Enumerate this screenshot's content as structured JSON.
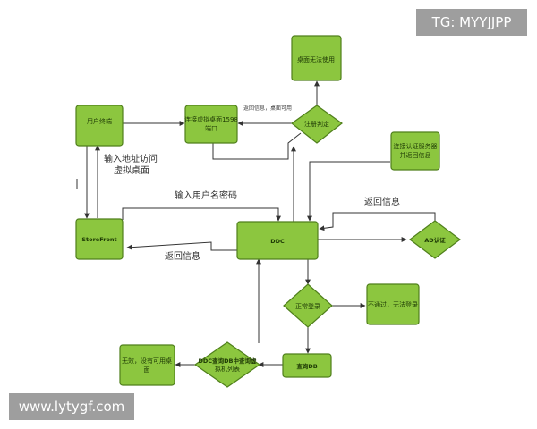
{
  "diagram": {
    "nodes": {
      "unusable": "桌面无法使用",
      "user_terminal": "用户终端",
      "connect_port": [
        "连接虚拟桌面1598",
        "端口"
      ],
      "register_check": "注册判定",
      "return_auth": [
        "连接认证服务器",
        "并返回信息"
      ],
      "storefront": "StoreFront",
      "ddc": "DDC",
      "ad_auth": "AD认证",
      "normal_login": "正常登录",
      "fail_login": "不通过，无法登录",
      "query_db": "查询DB",
      "ddc_query": [
        "DDC查询DB中查询虚",
        "拟机列表"
      ],
      "no_desktop": [
        "无效，没有可用桌",
        "面"
      ]
    },
    "labels": {
      "input_address": [
        "输入地址访问",
        "虚拟桌面"
      ],
      "input_user": "输入用户名密码",
      "return_info_right": "返回信息",
      "return_info_left": "返回信息",
      "return_desktop": "返回信息，桌面可用"
    }
  },
  "watermarks": {
    "top": "TG: MYYJJPP",
    "bottom": "www.lytygf.com"
  }
}
